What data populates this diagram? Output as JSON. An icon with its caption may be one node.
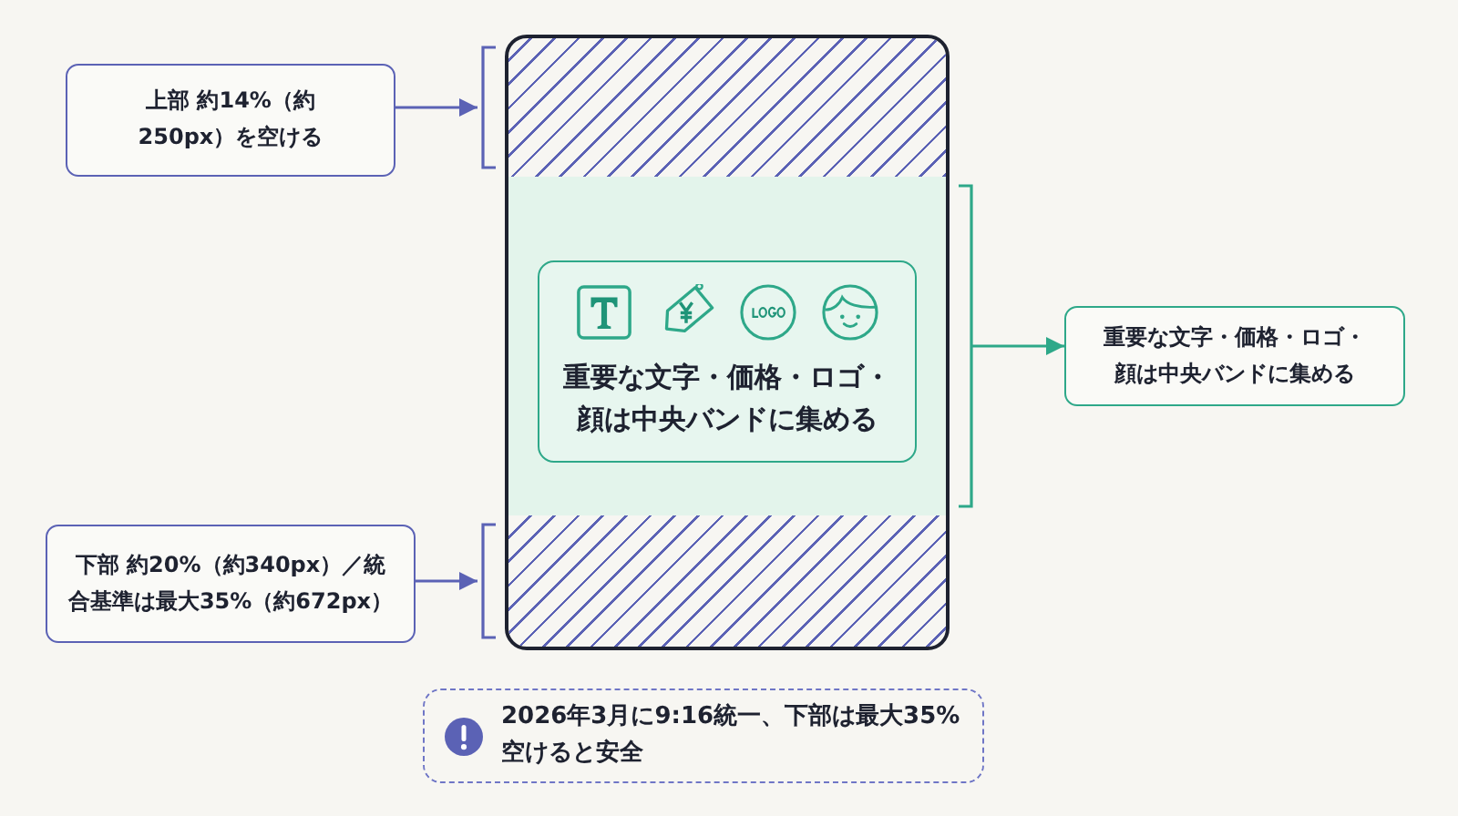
{
  "diagram": {
    "nodes": [
      {
        "text": [
          "上部 約14%（約250px）を空ける"
        ]
      },
      {
        "text": [],
        "shape": "box"
      },
      {
        "text": [],
        "shape": "band",
        "in": 1
      },
      {
        "text": [],
        "shape": "band",
        "in": 1
      },
      {
        "text": [
          "重要な文字・価格・ロゴ・顔は中央バンドに集める"
        ],
        "in": 3
      },
      {
        "text": [],
        "shape": "band",
        "in": 1
      },
      {
        "text": [
          "重要な文字・価格・ロゴ・顔は中央バンドに集める"
        ]
      },
      {
        "text": [
          "下部 約20%（約340px）／統合基準は最大35%（約672px）"
        ]
      },
      {
        "text": [
          "2026年3月に9:16統一、下部は最大35%空けると安全"
        ]
      }
    ],
    "edges": [
      {
        "from": 0,
        "to": 2,
        "arrow": "to"
      },
      {
        "from": 3,
        "to": 6,
        "arrow": "to",
        "color": "#2ea889"
      },
      {
        "from": 7,
        "to": 5,
        "arrow": "to"
      }
    ]
  }
}
